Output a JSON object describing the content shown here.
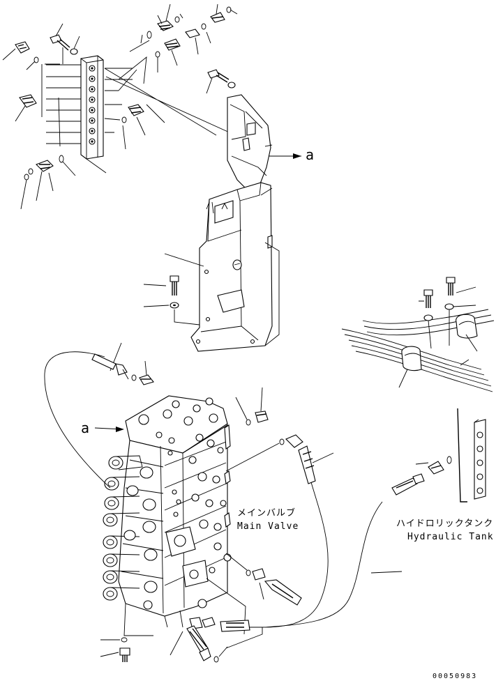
{
  "callouts": {
    "upper_ref": "a",
    "lower_ref": "a"
  },
  "main_valve": {
    "label_jp": "メインバルブ",
    "label_en": "Main Valve"
  },
  "hydraulic_tank": {
    "label_jp": "ハイドロリックタンク",
    "label_en": "Hydraulic Tank"
  },
  "drawing_number": "00050983"
}
